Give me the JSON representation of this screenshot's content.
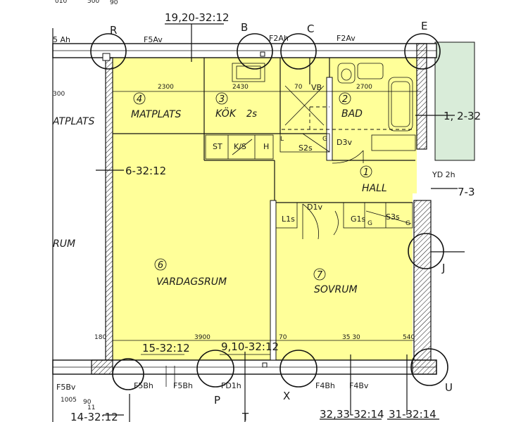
{
  "colors": {
    "fill_yellow": "#ffff99",
    "balcony_green": "#d9ecd9",
    "line": "#111111"
  },
  "rooms": {
    "r4": {
      "num": "4",
      "name": "MATPLATS"
    },
    "r3": {
      "num": "3",
      "name": "KÖK",
      "code": "2s"
    },
    "r2": {
      "num": "2",
      "name": "BAD"
    },
    "r1": {
      "num": "1",
      "name": "HALL"
    },
    "r6": {
      "num": "6",
      "name": "VARDAGSRUM"
    },
    "r7": {
      "num": "7",
      "name": "SOVRUM"
    },
    "left_matplats": "ATPLATS",
    "left_rum": "RUM"
  },
  "grid_labels": {
    "R": "R",
    "B": "B",
    "C": "C",
    "E": "E",
    "J": "J",
    "U": "U",
    "P": "P",
    "X": "X",
    "T": "T"
  },
  "refs": {
    "top": "19,20-32:12",
    "left": "6-32:12",
    "right_upper": "1, 2-32",
    "right_mid": "7-3",
    "bottom_15": "15-32:12",
    "bottom_910": "9,10-32:12",
    "bottom_3233": "32,33-32:14",
    "bottom_31": "31-32:14",
    "bottom_14": "14-32:12"
  },
  "codes": {
    "f5ah": "5 Ah",
    "f5av": "F5Av",
    "f2ah": "F2Ah",
    "f2av": "F2Av",
    "vb": "VB",
    "d3v": "D3v",
    "yd2h": "YD 2h",
    "d1v": "D1v",
    "l1s": "L1s",
    "g1s": "G1s",
    "s3s": "S3s",
    "s2s": "S2s",
    "st": "ST",
    "ks": "K/S",
    "h": "H",
    "g1": "G",
    "g2": "G",
    "g3": "G",
    "l": "L",
    "f5bv": "F5Bv",
    "f5bh1": "F5Bh",
    "f5bh2": "F5Bh",
    "fd1h": "FD1h",
    "f4bh": "F4Bh",
    "f4bv": "F4Bv"
  },
  "dims": {
    "d2300": "2300",
    "d2430": "2430",
    "d70a": "70",
    "d2700": "2700",
    "d300": "300",
    "d180": "180",
    "d3900": "3900",
    "d70b": "70",
    "d3530": "35 30",
    "d540": "540",
    "d1005": "1005",
    "d90": "90",
    "d11": "11",
    "d010": "010",
    "d500": "500",
    "d90b": "90"
  }
}
